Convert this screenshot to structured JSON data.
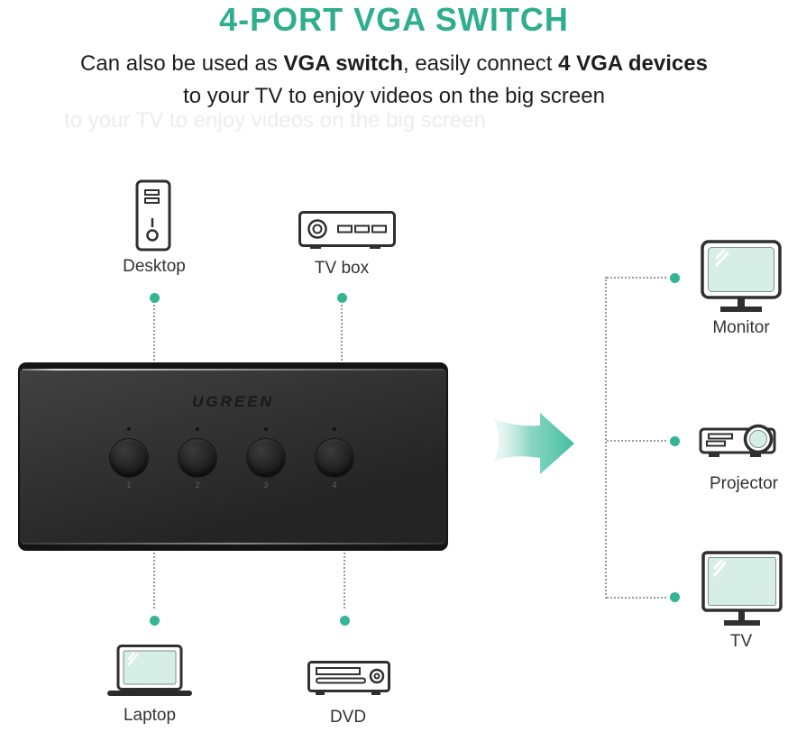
{
  "header": {
    "title": "4-PORT VGA SWITCH",
    "line1_pre": "Can also be used as ",
    "line1_bold1": "VGA switch",
    "line1_mid": ", easily connect ",
    "line1_bold2": "4 VGA devices",
    "line2": "to your TV to enjoy videos on the big screen",
    "ghost_line": "to your TV to enjoy videos on the big screen"
  },
  "switch": {
    "brand": "UGREEN",
    "ports": [
      "1",
      "2",
      "3",
      "4"
    ]
  },
  "inputs": [
    {
      "label": "Desktop"
    },
    {
      "label": "TV box"
    },
    {
      "label": "Laptop"
    },
    {
      "label": "DVD"
    }
  ],
  "outputs": [
    {
      "label": "Monitor"
    },
    {
      "label": "Projector"
    },
    {
      "label": "TV"
    }
  ],
  "colors": {
    "accent": "#2fae8e",
    "connector_teal": "#35b493",
    "screen_mint": "#d6eee6",
    "line_gray": "#9a9a9a"
  }
}
